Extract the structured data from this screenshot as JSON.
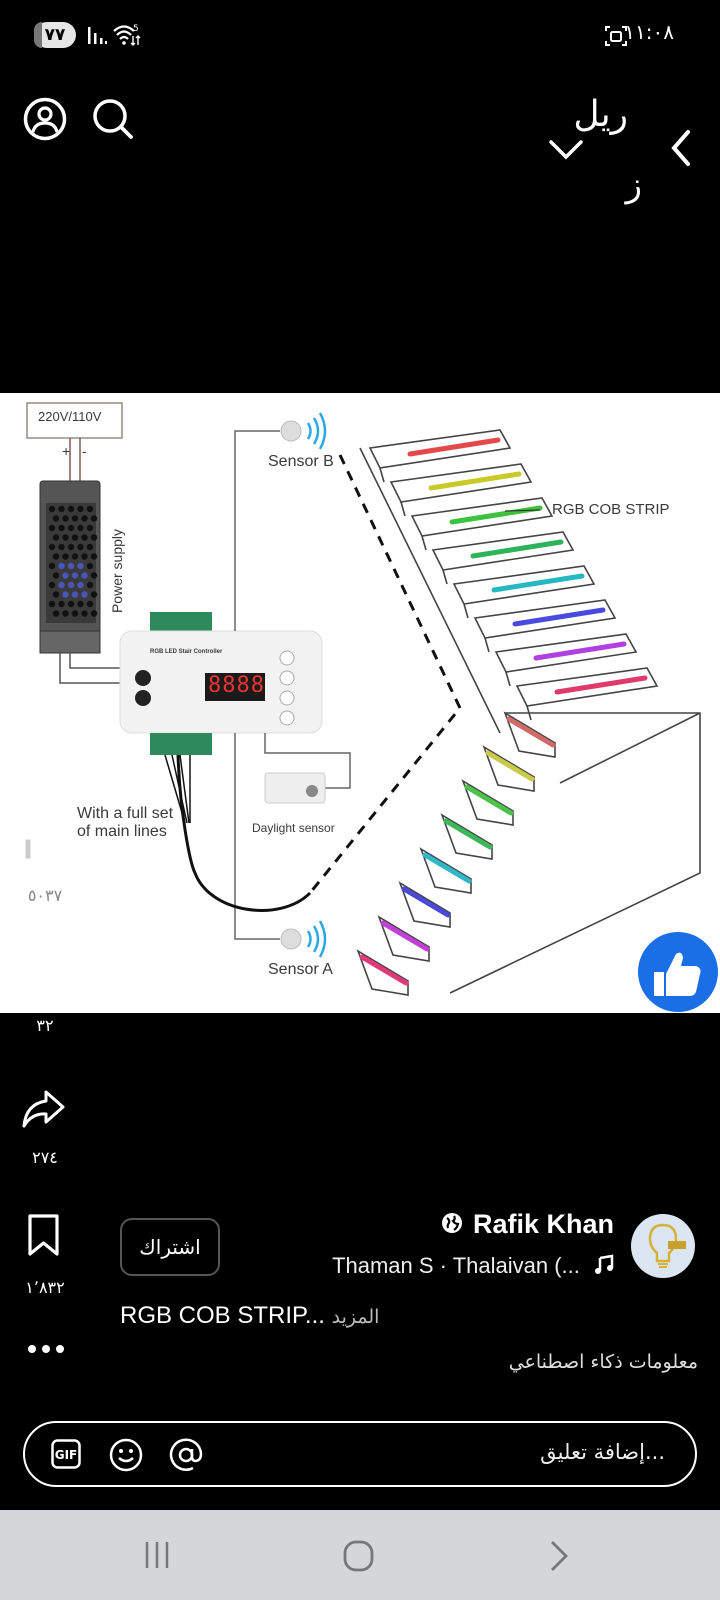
{
  "status_bar": {
    "notification_badge": "٧٧",
    "time": "١١:٠٨",
    "icons": [
      "signal-icon",
      "wifi-icon",
      "screenshot-icon"
    ]
  },
  "header": {
    "title_line1": "ريل",
    "title_line2": "ز",
    "icons": [
      "back-icon",
      "chevron-down-icon",
      "search-icon",
      "profile-icon"
    ]
  },
  "post_image": {
    "voltage_label": "220V/110V",
    "plus": "+",
    "minus": "-",
    "power_supply_label": "Power supply",
    "controller_label": "RGB LED Stair Controller",
    "display_digits": "8888",
    "sensor_b_label": "Sensor B",
    "sensor_a_label": "Sensor A",
    "strip_label": "RGB COB STRIP",
    "daylight_label": "Daylight sensor",
    "main_lines_line1": "With a full set",
    "main_lines_line2": "of main lines",
    "strip_colors": [
      "#e24a4a",
      "#c9c92a",
      "#3cc23c",
      "#2fb35a",
      "#25b8c0",
      "#4a4ae0",
      "#b040e0",
      "#e03a6a"
    ],
    "strip_colors_lower": [
      "#d06a6a",
      "#c9c94a",
      "#4cc24c",
      "#3cb85a",
      "#30b8c8",
      "#4a4ad8",
      "#c040d8",
      "#e03a7a"
    ]
  },
  "actions": {
    "likes": "٥٠٣٧",
    "comments": "٣٢",
    "shares": "٢٧٤",
    "saves": "١٬٨٣٢"
  },
  "reaction_badge_color": "#1877f2",
  "author": {
    "name": "Rafik Khan",
    "music": "Thaman S · Thalaivan (...",
    "subscribe_label": "اشتراك"
  },
  "caption": {
    "text": "RGB COB STRIP...",
    "more_label": "المزيد"
  },
  "ai_info": "معلومات ذكاء اصطناعي",
  "comment": {
    "placeholder": "إضافة تعليق..."
  },
  "navbar": {
    "icons": [
      "recent-apps-icon",
      "home-icon",
      "back-nav-icon"
    ]
  }
}
